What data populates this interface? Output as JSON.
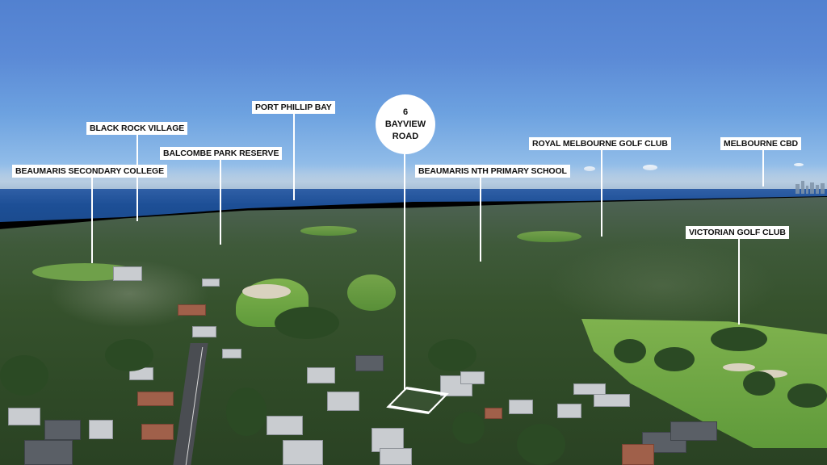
{
  "scene": {
    "type": "aerial-photo",
    "sky_color": "#5b8ad6",
    "sea_color": "#1d4f96",
    "label_bg": "#ffffff",
    "label_text_color": "#111111"
  },
  "property_marker": {
    "line1": "6",
    "line2": "BAYVIEW",
    "line3": "ROAD"
  },
  "labels": [
    {
      "id": "black-rock-village",
      "text": "BLACK ROCK VILLAGE"
    },
    {
      "id": "port-phillip-bay",
      "text": "PORT PHILLIP BAY"
    },
    {
      "id": "balcombe-park-reserve",
      "text": "BALCOMBE PARK RESERVE"
    },
    {
      "id": "beaumaris-secondary-college",
      "text": "BEAUMARIS SECONDARY COLLEGE"
    },
    {
      "id": "beaumaris-nth-primary-school",
      "text": "BEAUMARIS NTH PRIMARY SCHOOL"
    },
    {
      "id": "royal-melbourne-golf-club",
      "text": "ROYAL MELBOURNE GOLF CLUB"
    },
    {
      "id": "melbourne-cbd",
      "text": "MELBOURNE CBD"
    },
    {
      "id": "victorian-golf-club",
      "text": "VICTORIAN GOLF CLUB"
    }
  ]
}
